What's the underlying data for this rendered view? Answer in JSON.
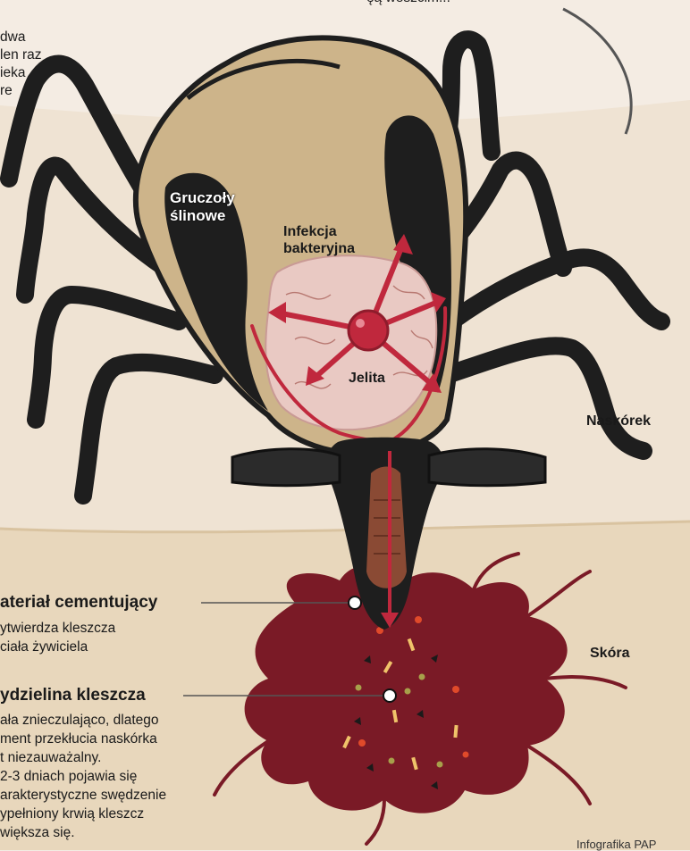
{
  "top_clip_text": "ęą weszcim...",
  "top_left_lines": [
    "dwa",
    "len raz",
    "ieka",
    "re"
  ],
  "labels": {
    "salivary_glands": "Gruczoły\nślinowe",
    "bacterial_infection": "Infekcja\nbakteryjna",
    "intestines": "Jelita",
    "epidermis": "Naskórek",
    "skin": "Skóra"
  },
  "cement": {
    "title": "ateriał cementujący",
    "lines": [
      "ytwierdza kleszcza",
      "ciała żywiciela"
    ]
  },
  "secretion": {
    "title": "ydzielina kleszcza",
    "lines": [
      "ała znieczulająco, dlatego",
      "ment przekłucia naskórka",
      "t niezauważalny.",
      "2-3 dniach pojawia się",
      "arakterystyczne swędzenie",
      "ypełniony krwią kleszcz",
      "większa się."
    ]
  },
  "credit": "Infografika PAP",
  "colors": {
    "background": "#f4ece3",
    "skin_layer": "#e7d6bd",
    "tick_body": "#cdb48a",
    "tick_black": "#1e1e1e",
    "red_accent": "#c0283d",
    "blood_pool": "#7a1a26",
    "gut": "#e9c9c3"
  }
}
